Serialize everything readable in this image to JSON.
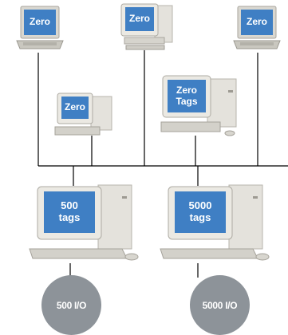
{
  "nodes": {
    "laptop_left": {
      "label": "Zero"
    },
    "desktop_top_center": {
      "label": "Zero"
    },
    "laptop_right": {
      "label": "Zero"
    },
    "desktop_mid_left": {
      "label": "Zero"
    },
    "desktop_mid_right": {
      "label_line1": "Zero",
      "label_line2": "Tags"
    },
    "server_left": {
      "label_line1": "500",
      "label_line2": "tags"
    },
    "server_right": {
      "label_line1": "5000",
      "label_line2": "tags"
    }
  },
  "io": {
    "left": {
      "label": "500 I/O"
    },
    "right": {
      "label": "5000 I/O"
    }
  },
  "colors": {
    "line": "#000000",
    "screen_blue": "#3f7fc4",
    "casing": "#e4e2dc",
    "io_circle": "#8d9399"
  }
}
